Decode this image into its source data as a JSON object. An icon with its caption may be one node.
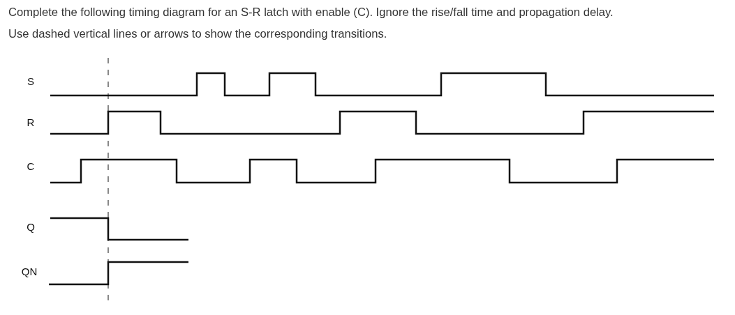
{
  "diagram": {
    "labels": [
      "Complete the following timing diagram for an S-R latch with enable (C). Ignore the rise/fall time and propagation delay.",
      "Use dashed vertical lines or arrows to show the corresponding transitions.",
      "S",
      "R",
      "C",
      "Q",
      "QN"
    ]
  }
}
